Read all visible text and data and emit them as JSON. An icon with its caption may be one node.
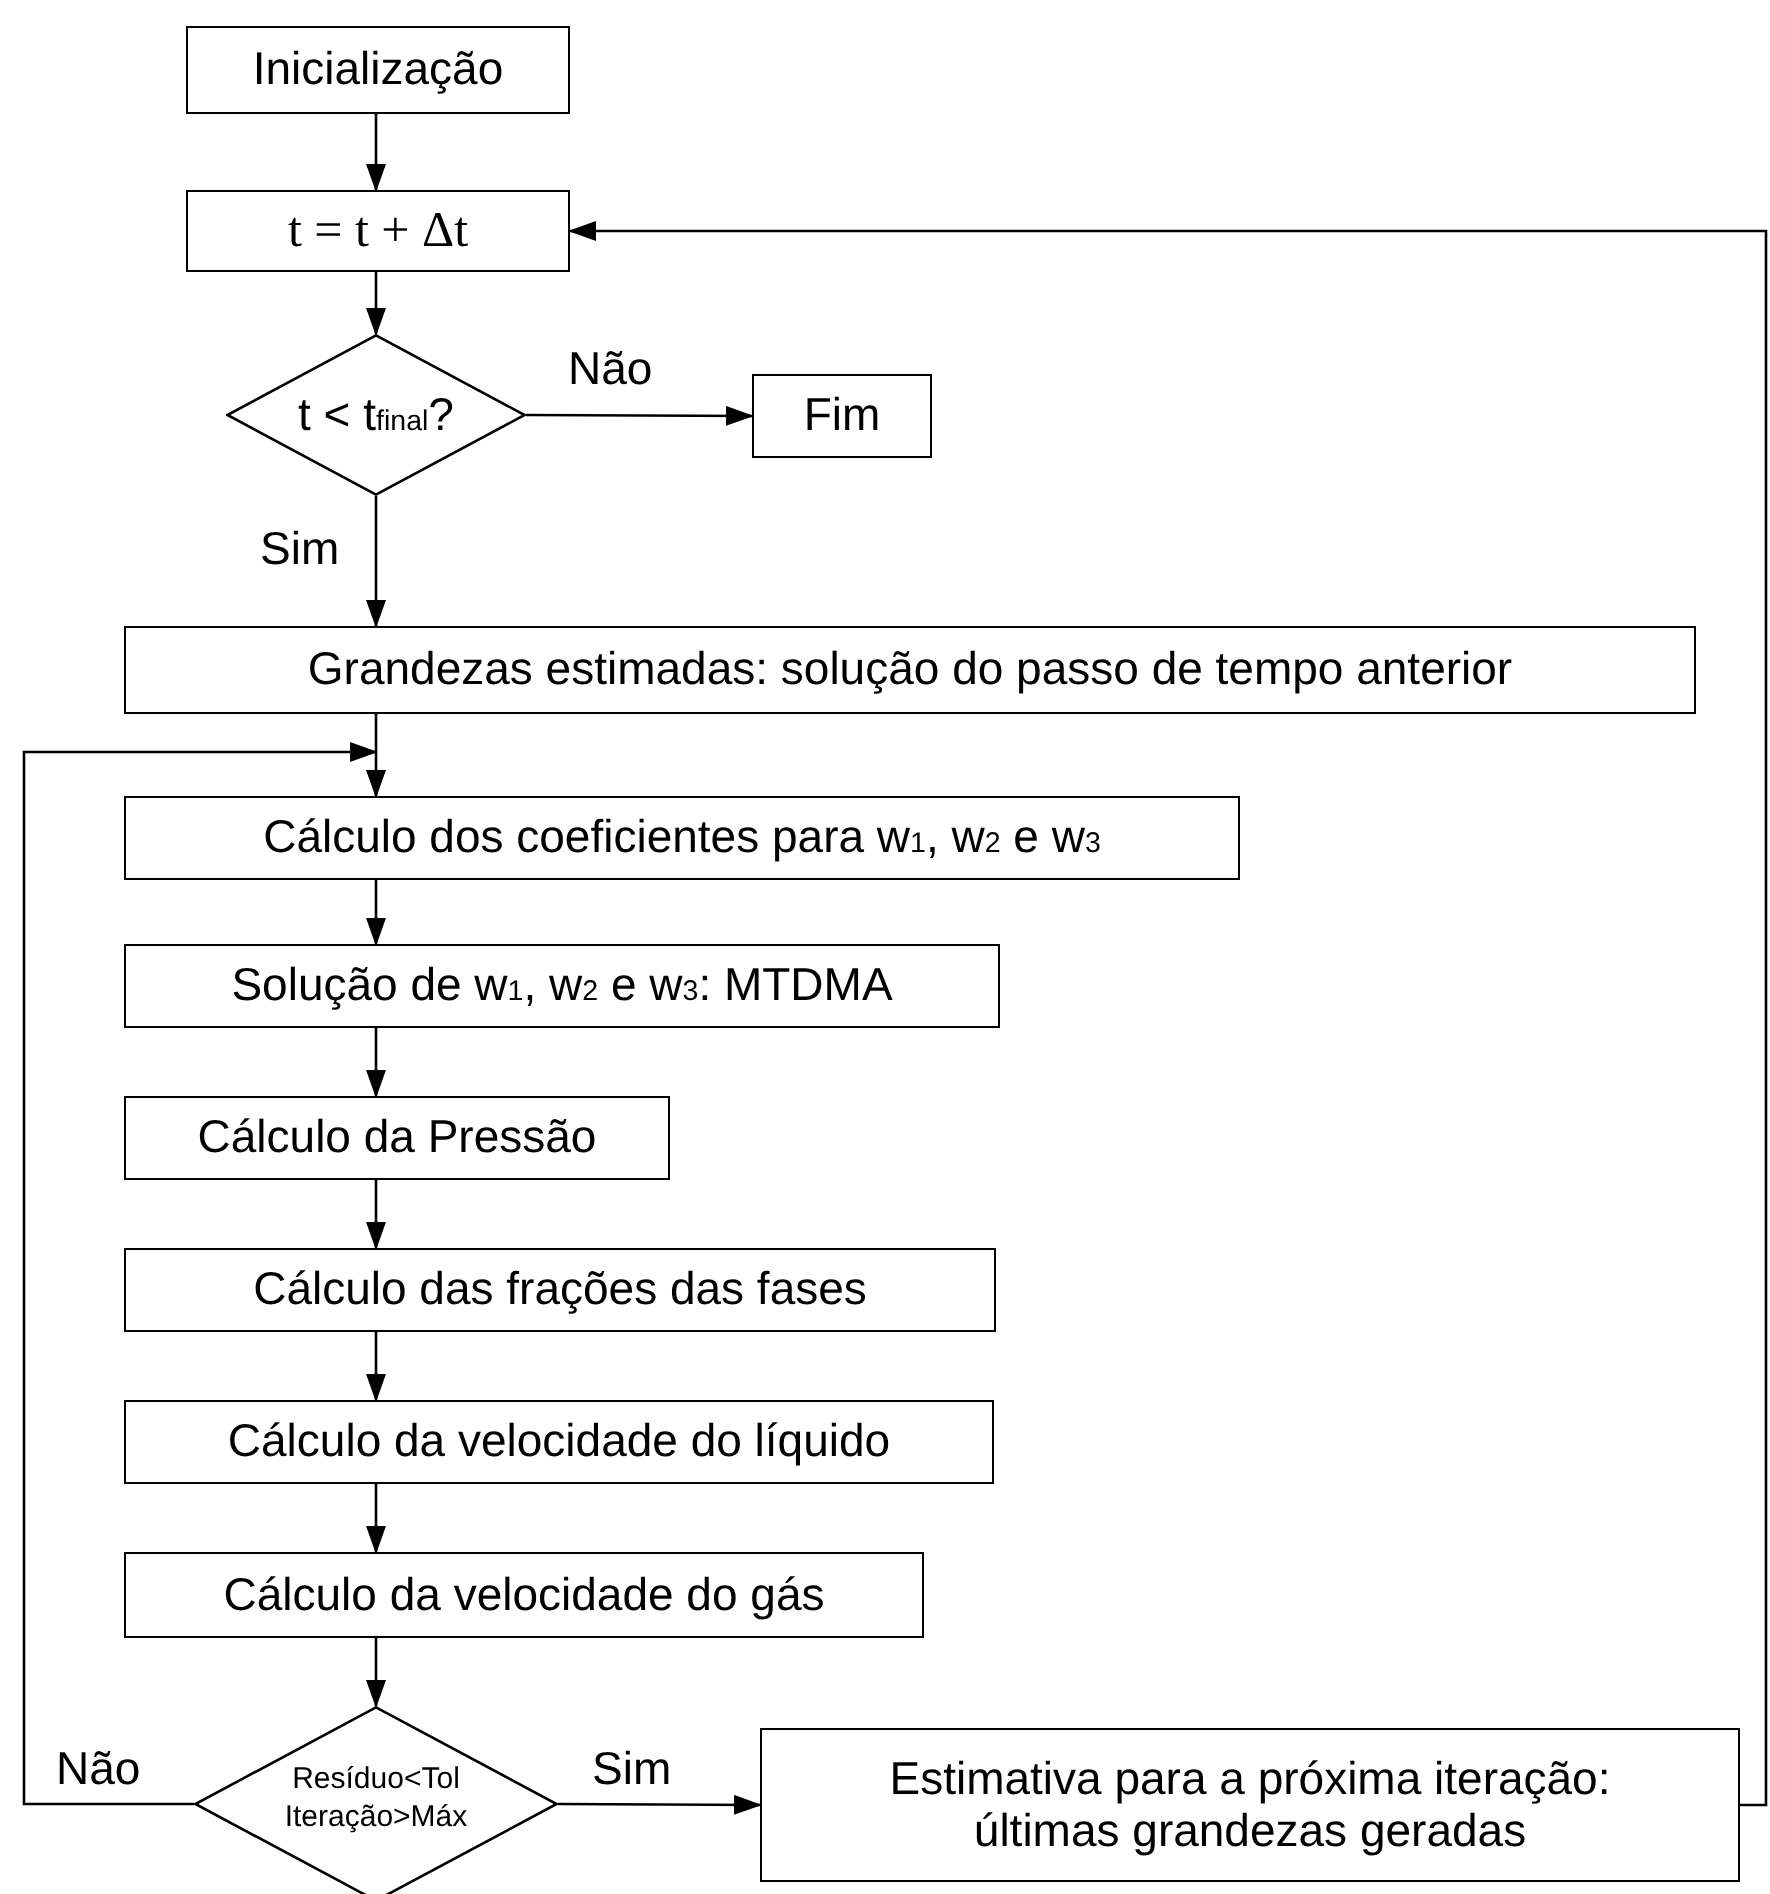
{
  "diagram": {
    "nodes": [
      {
        "text": [
          "Inicialização"
        ]
      },
      {
        "text": [
          "t = t + Δt"
        ]
      },
      {
        "text": [
          "t < t$_{final}$?"
        ]
      },
      {
        "text": [
          "Fim"
        ]
      },
      {
        "text": [
          "Grandezas estimadas: solução do passo de tempo anterior"
        ]
      },
      {
        "text": [
          "Cálculo dos coeficientes para w$_{1}$, w$_{2}$ e w$_{3}$"
        ]
      },
      {
        "text": [
          "Solução de w$_{1}$, w$_{2}$ e w$_{3}$: MTDMA"
        ]
      },
      {
        "text": [
          "Cálculo da Pressão"
        ]
      },
      {
        "text": [
          "Cálculo das frações das fases"
        ]
      },
      {
        "text": [
          "Cálculo da velocidade do líquido"
        ]
      },
      {
        "text": [
          "Cálculo da velocidade do gás"
        ]
      },
      {
        "text": [
          "Resíduo<Tol Iteração>Máx"
        ]
      },
      {
        "text": [
          "Estimativa para a próxima iteração: últimas grandezas geradas"
        ]
      }
    ],
    "edges": [
      {
        "from": 0,
        "to": 1,
        "arrow": "to"
      },
      {
        "from": 1,
        "to": 2,
        "arrow": "to"
      },
      {
        "from": 2,
        "to": 3,
        "arrow": "to",
        "label": "Não"
      },
      {
        "from": 2,
        "to": 4,
        "arrow": "to",
        "label": "Sim"
      },
      {
        "from": 4,
        "to": 5,
        "arrow": "to"
      },
      {
        "from": 5,
        "to": 6,
        "arrow": "to"
      },
      {
        "from": 6,
        "to": 7,
        "arrow": "to"
      },
      {
        "from": 7,
        "to": 8,
        "arrow": "to"
      },
      {
        "from": 8,
        "to": 9,
        "arrow": "to"
      },
      {
        "from": 9,
        "to": 10,
        "arrow": "to"
      },
      {
        "from": 10,
        "to": 11,
        "arrow": "to"
      },
      {
        "from": 11,
        "to": 12,
        "arrow": "to",
        "label": "Sim"
      },
      {
        "from": 11,
        "to": 5,
        "arrow": "to",
        "label": "Não"
      },
      {
        "from": 12,
        "to": 1,
        "arrow": "to"
      }
    ]
  }
}
